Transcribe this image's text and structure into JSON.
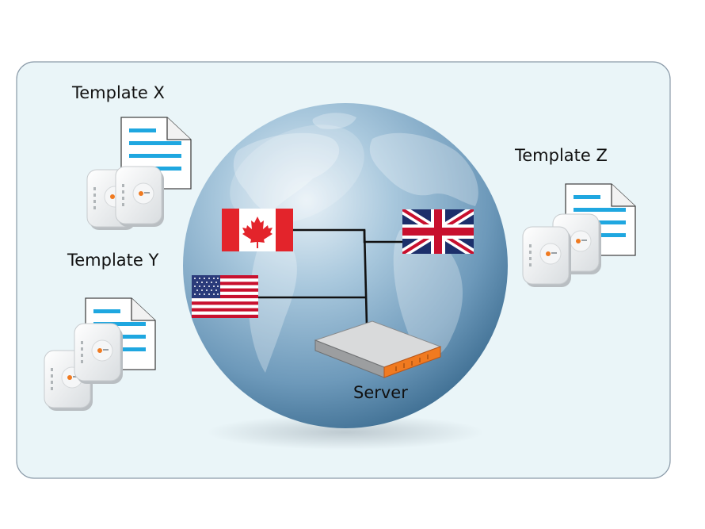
{
  "templates": [
    {
      "id": "x",
      "label": "Template X"
    },
    {
      "id": "y",
      "label": "Template Y"
    },
    {
      "id": "z",
      "label": "Template Z"
    }
  ],
  "server": {
    "label": "Server"
  },
  "flags": [
    {
      "country": "Canada",
      "icon": "canada-flag-icon"
    },
    {
      "country": "United States",
      "icon": "us-flag-icon"
    },
    {
      "country": "United Kingdom",
      "icon": "uk-flag-icon"
    }
  ],
  "colors": {
    "panel_bg": "#eaf5f8",
    "panel_border": "#8a9aa8",
    "document_line": "#1fa7e0",
    "server_accent": "#f07a20",
    "globe_ocean": "#6f9fc0",
    "connector": "#111111"
  }
}
